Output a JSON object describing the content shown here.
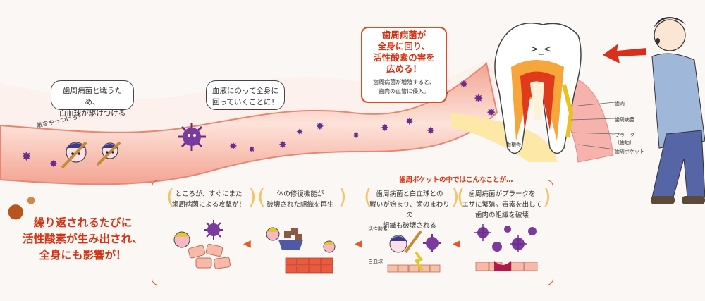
{
  "colors": {
    "accent_red": "#e04a1c",
    "vessel": "#f8c3b5",
    "germ": "#6a2d8a",
    "gum": "#f3a7a0"
  },
  "bubbles": {
    "fight_lines": [
      "歯周病菌と戦うため、",
      "白血球が駆けつける"
    ],
    "blood_lines": [
      "血液にのって全身に",
      "回っていくことに！"
    ],
    "chase_text": "敵をやっつけろ！"
  },
  "headline": {
    "title_lines": [
      "歯周病菌が",
      "全身に回り、",
      "活性酸素の害を",
      "広める！"
    ],
    "sub_lines": [
      "歯周病菌が増殖すると、",
      "歯肉の血管に侵入。"
    ]
  },
  "tooth_labels": {
    "gum": "歯肉",
    "bacteria": "歯周病菌",
    "plaque": "プラーク",
    "plaque_note": "（歯垢）",
    "pocket": "歯周ポケット",
    "bone": "歯槽骨"
  },
  "pocket_header": "歯周ポケットの中ではこんなことが…",
  "panels": [
    {
      "lines": [
        "歯周病菌がプラークを",
        "エサに繁殖。毒素を出して",
        "歯肉の組織を破壊"
      ]
    },
    {
      "lines": [
        "歯周病菌と白血球との",
        "戦いが始まり、歯のまわりの",
        "組織も破壊される"
      ]
    },
    {
      "lines": [
        "体の修復機能が",
        "破壊された組織を再生"
      ]
    },
    {
      "lines": [
        "ところが、すぐにまた",
        "歯周病菌による攻撃が！"
      ]
    }
  ],
  "panel_labels": {
    "oxygen": "活性酸素",
    "wbc": "白血球"
  },
  "conclusion_lines": [
    "繰り返されるたびに",
    "活性酸素が生み出され、",
    "全身にも影響が！"
  ]
}
